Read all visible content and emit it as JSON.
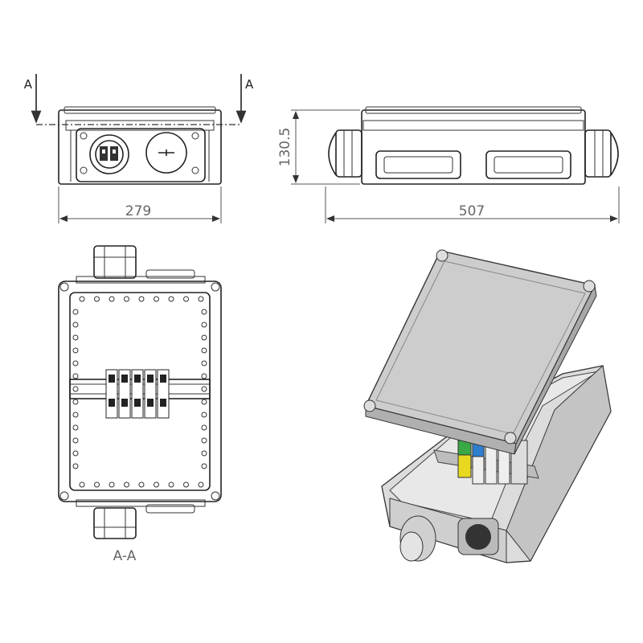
{
  "drawing": {
    "section_marker_left": "A",
    "section_marker_right": "A",
    "section_label": "A-A",
    "dimensions": {
      "front_width": "279",
      "side_height": "130.5",
      "side_length": "507"
    },
    "colors": {
      "line": "#222222",
      "dimension": "#555555",
      "body_grey": "#d6d6d6",
      "lid_grey": "#c9c9c9",
      "terminal_green": "#3aa845",
      "terminal_blue": "#2f7fd0",
      "terminal_yellow": "#e8d820"
    }
  }
}
